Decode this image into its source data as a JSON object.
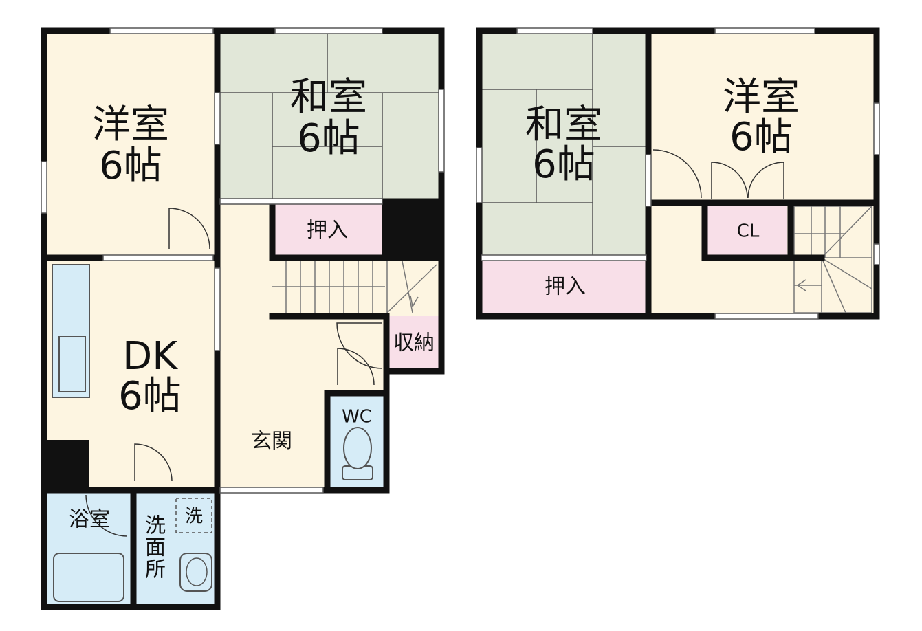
{
  "colors": {
    "wall": "#111111",
    "western_room": "#fdf5e1",
    "japanese_room": "#e1e7d8",
    "closet": "#f8dfe8",
    "wet_area": "#d6ecf7",
    "hall": "#fdf5e1",
    "window": "#ffffff"
  },
  "floor1": {
    "western_room": {
      "name": "洋室",
      "size": "6帖"
    },
    "japanese_room": {
      "name": "和室",
      "size": "6帖"
    },
    "oshiire": "押入",
    "dk": {
      "name": "DK",
      "size": "6帖"
    },
    "storage": "収納",
    "wc": "WC",
    "entrance": "玄関",
    "bathroom": "浴室",
    "washroom": [
      "洗",
      "面",
      "所"
    ],
    "washer": "洗"
  },
  "floor2": {
    "japanese_room": {
      "name": "和室",
      "size": "6帖"
    },
    "western_room": {
      "name": "洋室",
      "size": "6帖"
    },
    "closet": "CL",
    "oshiire": "押入"
  }
}
